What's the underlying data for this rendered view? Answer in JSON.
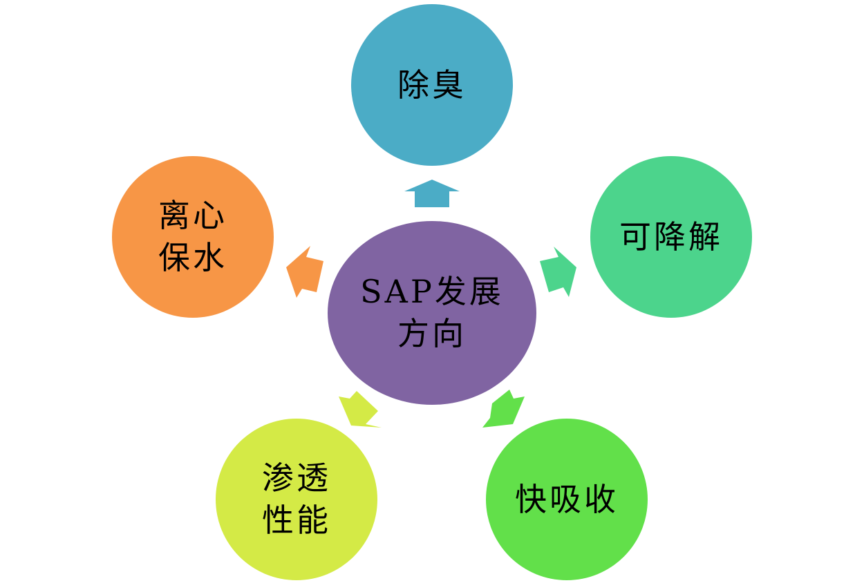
{
  "center": {
    "lines": [
      "SAP发展",
      "方向"
    ],
    "color": "#8064A2"
  },
  "nodes": {
    "top": {
      "lines": [
        "除臭"
      ],
      "color": "#4BACC6"
    },
    "right": {
      "lines": [
        "可降解"
      ],
      "color": "#4CD48C"
    },
    "bottom_right": {
      "lines": [
        "快吸收"
      ],
      "color": "#62E04A"
    },
    "bottom_left": {
      "lines": [
        "渗透",
        "性能"
      ],
      "color": "#D4EA46"
    },
    "left": {
      "lines": [
        "离心",
        "保水"
      ],
      "color": "#F79646"
    }
  }
}
